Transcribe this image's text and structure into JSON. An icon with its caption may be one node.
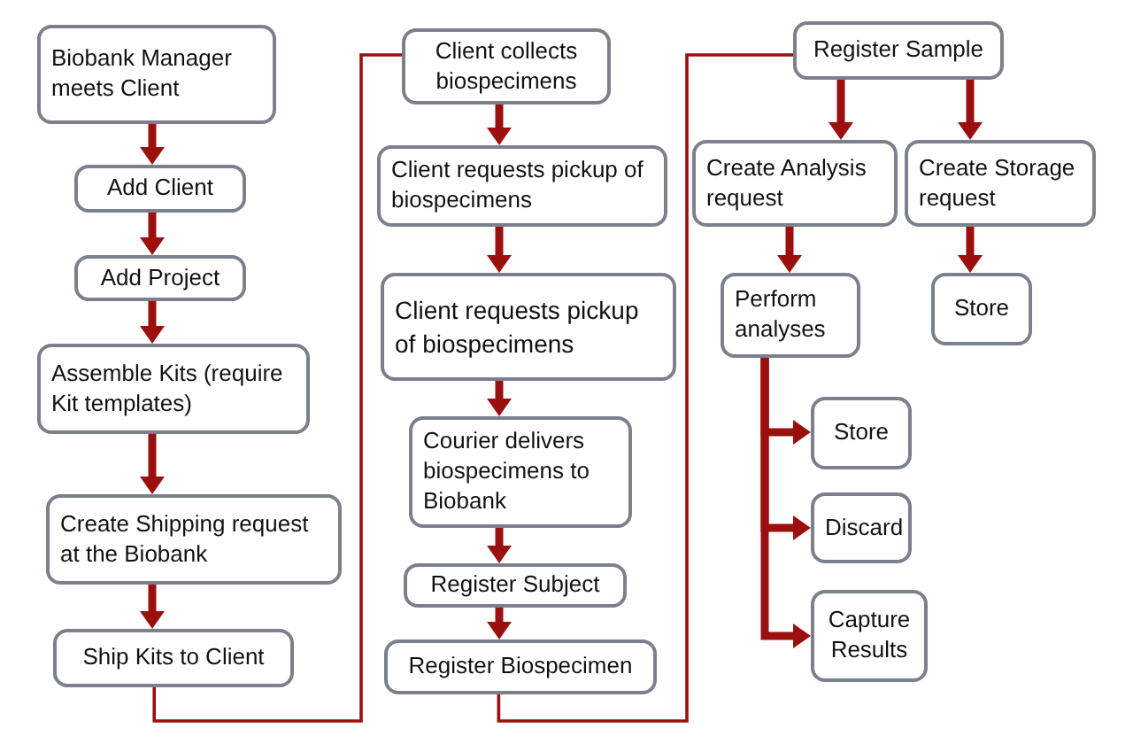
{
  "diagram": {
    "nodes": [
      {
        "text": [
          "Biobank Manager meets Client"
        ]
      },
      {
        "text": [
          "Add Client"
        ]
      },
      {
        "text": [
          "Add Project"
        ]
      },
      {
        "text": [
          "Assemble Kits (require Kit templates)"
        ]
      },
      {
        "text": [
          "Create Shipping request at the Biobank"
        ]
      },
      {
        "text": [
          "Ship Kits to Client"
        ]
      },
      {
        "text": [
          "Client collects biospecimens"
        ]
      },
      {
        "text": [
          "Client requests pickup of biospecimens"
        ]
      },
      {
        "text": [
          "Client requests pickup of biospecimens"
        ]
      },
      {
        "text": [
          "Courier delivers biospecimens to Biobank"
        ]
      },
      {
        "text": [
          "Register Subject"
        ]
      },
      {
        "text": [
          "Register Biospecimen"
        ]
      },
      {
        "text": [
          "Register Sample"
        ]
      },
      {
        "text": [
          "Create Analysis request"
        ]
      },
      {
        "text": [
          "Create Storage request"
        ]
      },
      {
        "text": [
          "Perform analyses"
        ]
      },
      {
        "text": [
          "Store"
        ]
      },
      {
        "text": [
          "Store"
        ]
      },
      {
        "text": [
          "Discard"
        ]
      },
      {
        "text": [
          "Capture Results"
        ]
      }
    ],
    "edges": [
      {
        "from": 0,
        "to": 1,
        "arrow": "to"
      },
      {
        "from": 1,
        "to": 2,
        "arrow": "to"
      },
      {
        "from": 2,
        "to": 3,
        "arrow": "to"
      },
      {
        "from": 3,
        "to": 4,
        "arrow": "to"
      },
      {
        "from": 4,
        "to": 5,
        "arrow": "to"
      },
      {
        "from": 5,
        "to": 6,
        "arrow": "none"
      },
      {
        "from": 6,
        "to": 7,
        "arrow": "to"
      },
      {
        "from": 7,
        "to": 8,
        "arrow": "to"
      },
      {
        "from": 8,
        "to": 9,
        "arrow": "to"
      },
      {
        "from": 9,
        "to": 10,
        "arrow": "to"
      },
      {
        "from": 10,
        "to": 11,
        "arrow": "to"
      },
      {
        "from": 11,
        "to": 12,
        "arrow": "none"
      },
      {
        "from": 12,
        "to": 13,
        "arrow": "to"
      },
      {
        "from": 12,
        "to": 14,
        "arrow": "to"
      },
      {
        "from": 13,
        "to": 15,
        "arrow": "to"
      },
      {
        "from": 14,
        "to": 16,
        "arrow": "to"
      },
      {
        "from": 15,
        "to": 17,
        "arrow": "to"
      },
      {
        "from": 15,
        "to": 18,
        "arrow": "to"
      },
      {
        "from": 15,
        "to": 19,
        "arrow": "to"
      }
    ]
  }
}
